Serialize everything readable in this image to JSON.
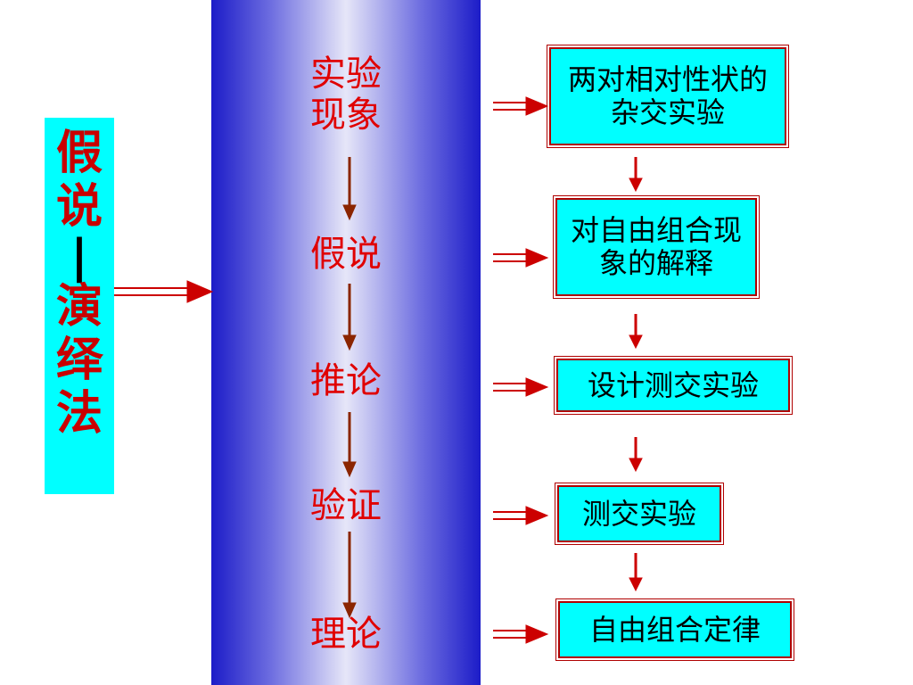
{
  "method": {
    "chars": [
      "假",
      "说",
      "|",
      "演",
      "绎",
      "法"
    ]
  },
  "steps": [
    {
      "label": "实验\n现象"
    },
    {
      "label": "假说"
    },
    {
      "label": "推论"
    },
    {
      "label": "验证"
    },
    {
      "label": "理论"
    }
  ],
  "boxes": [
    {
      "label": "两对相对性状的杂交实验"
    },
    {
      "label": "对自由组合现象的解释"
    },
    {
      "label": "设计测交实验"
    },
    {
      "label": "测交实验"
    },
    {
      "label": "自由组合定律"
    }
  ],
  "colors": {
    "step_text": "#e00000",
    "box_fill": "#00ffff",
    "arrow_red": "#cc0000",
    "arrow_brown": "#8b2500",
    "band_dark": "#1c1cc8"
  }
}
